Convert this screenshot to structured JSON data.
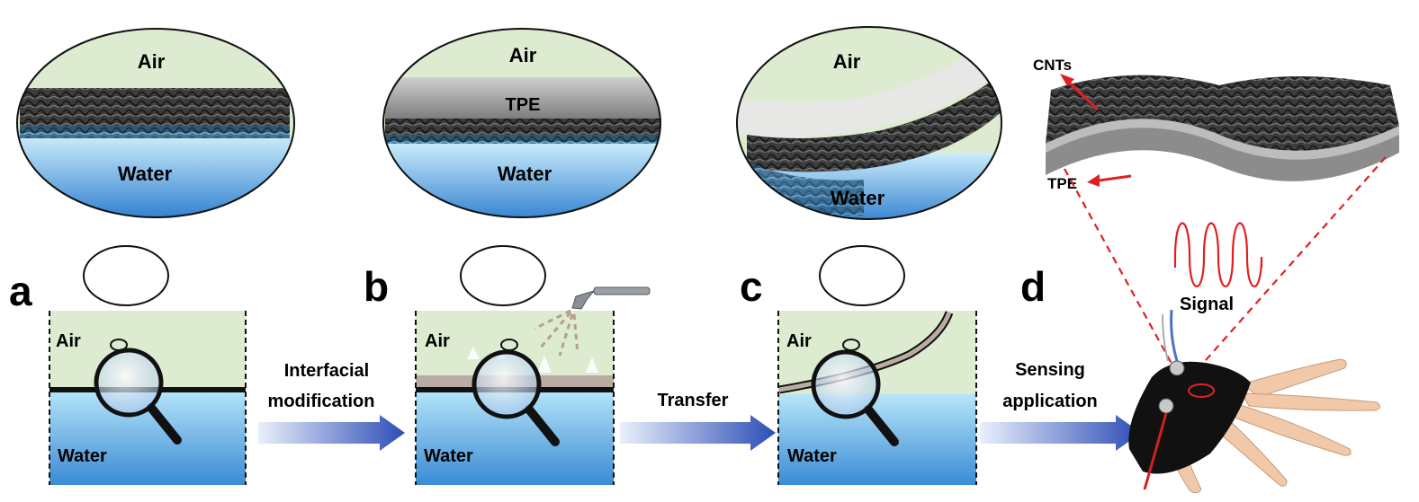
{
  "panels": [
    {
      "letter": "a",
      "air": "Air",
      "water": "Water",
      "zoom_air": "Air",
      "zoom_water": "Water"
    },
    {
      "letter": "b",
      "air": "Air",
      "water": "Water",
      "zoom_air": "Air",
      "zoom_tpe": "TPE",
      "zoom_water": "Water"
    },
    {
      "letter": "c",
      "air": "Air",
      "water": "Water",
      "zoom_air": "Air",
      "zoom_water": "Water"
    },
    {
      "letter": "d"
    }
  ],
  "arrows": [
    {
      "line1": "Interfacial",
      "line2": "modification"
    },
    {
      "line1": "Transfer"
    },
    {
      "line1": "Sensing",
      "line2": "application"
    }
  ],
  "sensor": {
    "cnts": "CNTs",
    "tpe": "TPE",
    "signal": "Signal"
  },
  "colors": {
    "air": "#dfeccf",
    "water_top": "#a9def7",
    "water_bottom": "#3c8fd6",
    "arrow": "#2e4fb8",
    "red": "#e02020",
    "film": "#b5a69c"
  }
}
